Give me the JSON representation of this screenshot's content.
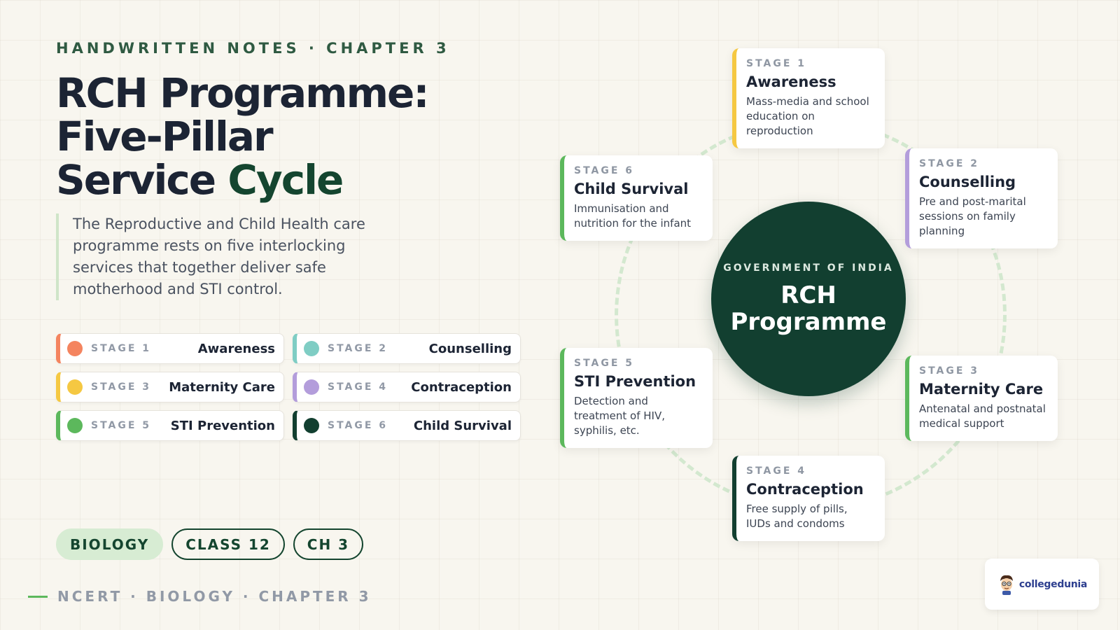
{
  "header": {
    "eyebrow": "HANDWRITTEN NOTES · CHAPTER 3",
    "title_part1": "RCH Programme: Five-Pillar",
    "title_part2": "Service",
    "title_accent": "Cycle",
    "intro": "The Reproductive and Child Health care programme rests on five interlocking services that together deliver safe motherhood and STI control."
  },
  "stages": [
    {
      "code": "STAGE 1",
      "name": "Awareness",
      "color": "#f4845f",
      "desc": "Mass-media and school education on reproduction",
      "accent": "#f5c842"
    },
    {
      "code": "STAGE 2",
      "name": "Counselling",
      "color": "#7fcdc4",
      "desc": "Pre and post-marital sessions on family planning",
      "accent": "#b39ddb"
    },
    {
      "code": "STAGE 3",
      "name": "Maternity Care",
      "color": "#f5c842",
      "desc": "Antenatal and postnatal medical support",
      "accent": "#5cb85c"
    },
    {
      "code": "STAGE 4",
      "name": "Contraception",
      "color": "#b39ddb",
      "desc": "Free supply of pills, IUDs and condoms",
      "accent": "#123f30"
    },
    {
      "code": "STAGE 5",
      "name": "STI Prevention",
      "color": "#5cb85c",
      "desc": "Detection and treatment of HIV, syphilis, etc.",
      "accent": "#5cb85c"
    },
    {
      "code": "STAGE 6",
      "name": "Child Survival",
      "color": "#123f30",
      "desc": "Immunisation and nutrition for the infant",
      "accent": "#5cb85c"
    }
  ],
  "hub": {
    "kicker": "GOVERNMENT OF INDIA",
    "line1": "RCH",
    "line2": "Programme"
  },
  "tags": [
    "BIOLOGY",
    "CLASS 12",
    "CH 3"
  ],
  "footer": "NCERT · BIOLOGY · CHAPTER 3",
  "logo": {
    "text": "collegedunia"
  }
}
